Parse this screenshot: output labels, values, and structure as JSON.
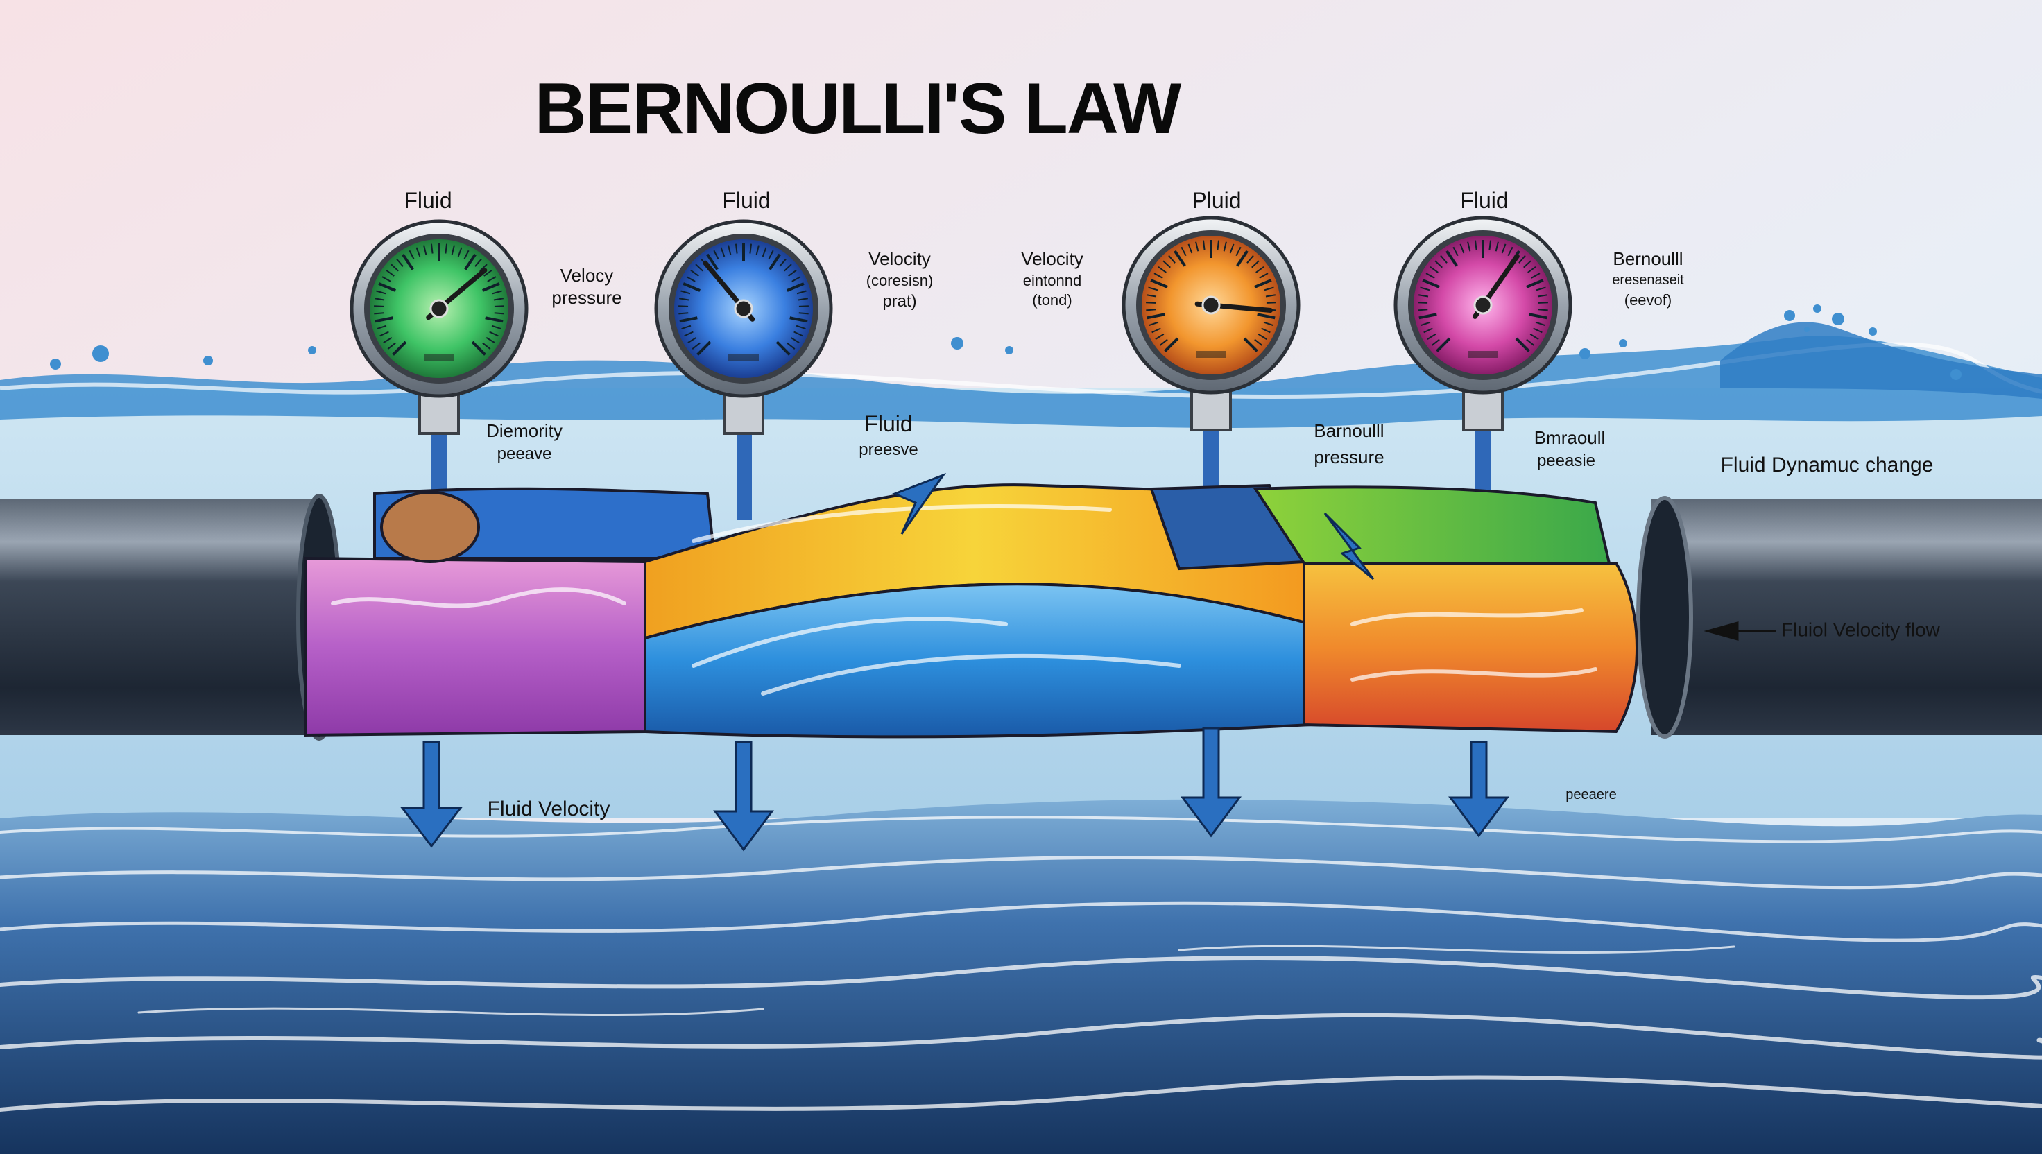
{
  "title": "BERNOULLI'S LAW",
  "colors": {
    "sky_top": "#f6e6ea",
    "sky_bottom": "#dfeef7",
    "water_surface": "#3f8fd0",
    "deep_water": "#1d3f6e",
    "pipe_dark": "#2d3a4a",
    "arrow_blue": "#2a6fc0",
    "gauge_colors": [
      "#3fc466",
      "#3a7fe0",
      "#f2962e",
      "#d44aa8"
    ]
  },
  "gauges": [
    {
      "label": "Fluid",
      "face_color": "#3fc466",
      "icon": "pressure-gauge-icon"
    },
    {
      "label": "Fluid",
      "face_color": "#3a7fe0",
      "icon": "pressure-gauge-icon"
    },
    {
      "label": "Pluid",
      "face_color": "#f2962e",
      "icon": "pressure-gauge-icon"
    },
    {
      "label": "Fluid",
      "face_color": "#d44aa8",
      "icon": "pressure-gauge-icon"
    }
  ],
  "annotations": {
    "velocy_pressure": [
      "Velocy",
      "pressure"
    ],
    "velocity_prat": [
      "Velocity",
      "(coresisn)",
      "prat)"
    ],
    "velocity_eintonnd": [
      "Velocity",
      "eintonnd",
      "(tond)"
    ],
    "bernoulli_top": [
      "Bernoulll",
      "eresenaseit",
      "(eevof)"
    ],
    "diemority": [
      "Diemority",
      "peeave"
    ],
    "fluid_presve": [
      "Fluid",
      "preesve"
    ],
    "barnoulli_pressure": [
      "Barnoulll",
      "pressure"
    ],
    "bmraoull_peeasie": [
      "Bmraoull",
      "peeasie"
    ],
    "fluid_dynamic_change": "Fluid Dynamuc change",
    "fluid_velocity_flow": "Fluiol Velocity flow",
    "fluid_velocity_bottom": "Fluid Velocity",
    "peeaere": "peeaere"
  }
}
